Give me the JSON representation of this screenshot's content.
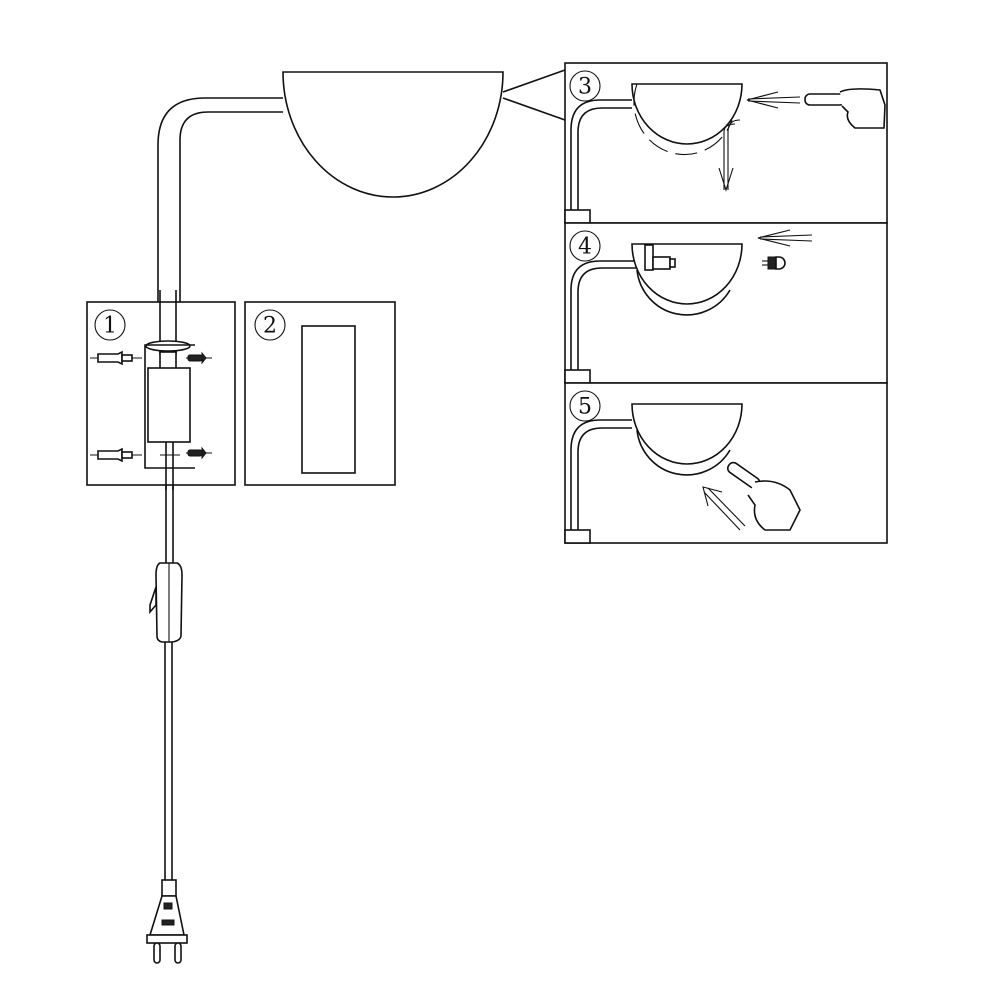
{
  "steps": [
    {
      "label": "1"
    },
    {
      "label": "2"
    },
    {
      "label": "3"
    },
    {
      "label": "4"
    },
    {
      "label": "5"
    }
  ],
  "colors": {
    "line": "#111111",
    "background": "#ffffff"
  }
}
